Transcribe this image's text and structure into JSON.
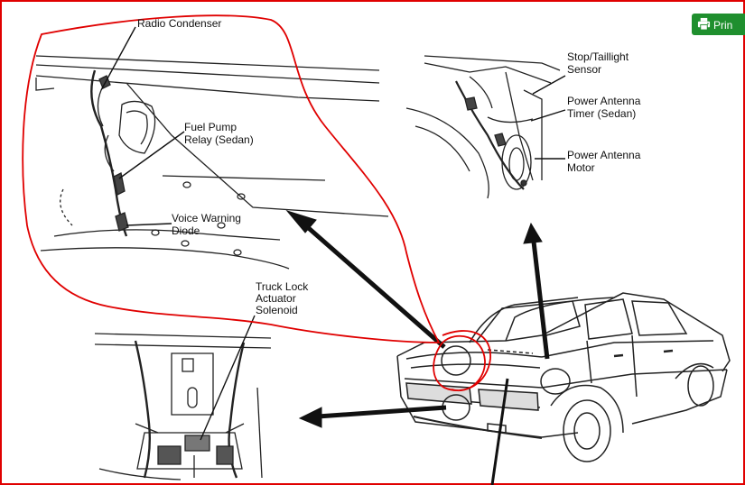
{
  "labels": {
    "radio_condenser": "Radio Condenser",
    "fuel_pump_relay": [
      "Fuel Pump",
      "Relay (Sedan)"
    ],
    "voice_warning_diode": [
      "Voice Warning",
      "Diode"
    ],
    "truck_lock_solenoid": [
      "Truck Lock",
      "Actuator",
      "Solenoid"
    ],
    "stop_taillight_sensor": [
      "Stop/Taillight",
      "Sensor"
    ],
    "power_antenna_timer": [
      "Power Antenna",
      "Timer (Sedan)"
    ],
    "power_antenna_motor": [
      "Power Antenna",
      "Motor"
    ]
  },
  "toolbar": {
    "print_label": "Prin"
  },
  "colors": {
    "annotation": "#e00000",
    "button": "#1f8f2e",
    "ink": "#111111"
  },
  "icons": {
    "print": "printer-icon"
  }
}
